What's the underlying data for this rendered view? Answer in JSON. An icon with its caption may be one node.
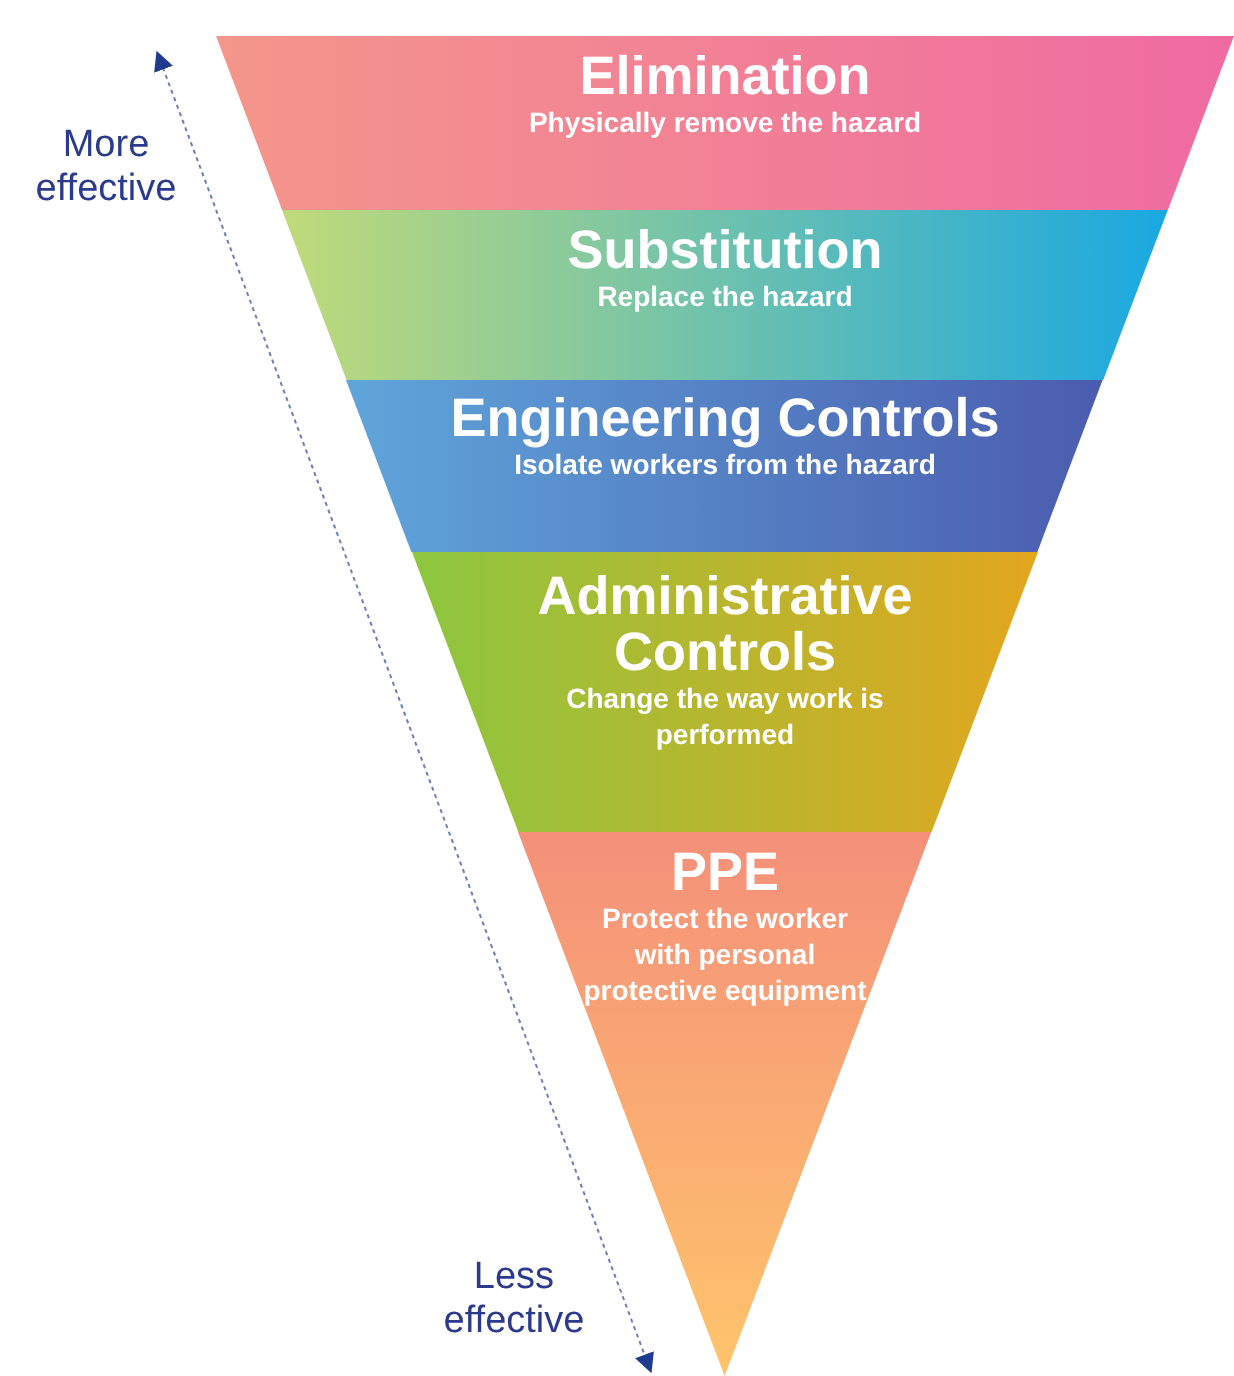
{
  "diagram": {
    "nodes": [
      {
        "text": [
          "Elimination",
          "Physically remove the hazard"
        ]
      },
      {
        "text": [
          "Substitution",
          "Replace the hazard"
        ]
      },
      {
        "text": [
          "Engineering Controls",
          "Isolate workers from the hazard"
        ]
      },
      {
        "text": [
          "Administrative Controls",
          "Change the way work is performed"
        ]
      },
      {
        "text": [
          "PPE",
          "Protect the worker with personal protective equipment"
        ]
      }
    ],
    "labels": [
      "More effective",
      "Less effective"
    ]
  }
}
